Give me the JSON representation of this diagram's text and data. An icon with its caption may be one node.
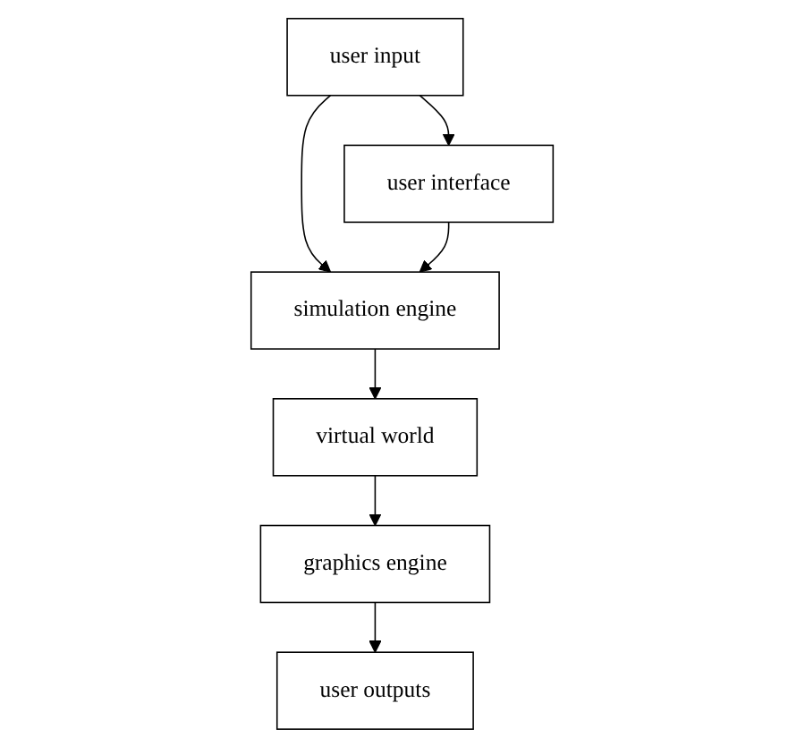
{
  "diagram": {
    "nodes": [
      {
        "text": [
          "user input"
        ]
      },
      {
        "text": [
          "user interface"
        ]
      },
      {
        "text": [
          "simulation engine"
        ]
      },
      {
        "text": [
          "virtual world"
        ]
      },
      {
        "text": [
          "graphics engine"
        ]
      },
      {
        "text": [
          "user outputs"
        ]
      }
    ],
    "edges": [
      {
        "from": 0,
        "to": 1,
        "arrow": "to"
      },
      {
        "from": 0,
        "to": 2,
        "arrow": "to"
      },
      {
        "from": 1,
        "to": 2,
        "arrow": "to"
      },
      {
        "from": 2,
        "to": 3,
        "arrow": "to"
      },
      {
        "from": 3,
        "to": 4,
        "arrow": "to"
      },
      {
        "from": 4,
        "to": 5,
        "arrow": "to"
      }
    ]
  }
}
